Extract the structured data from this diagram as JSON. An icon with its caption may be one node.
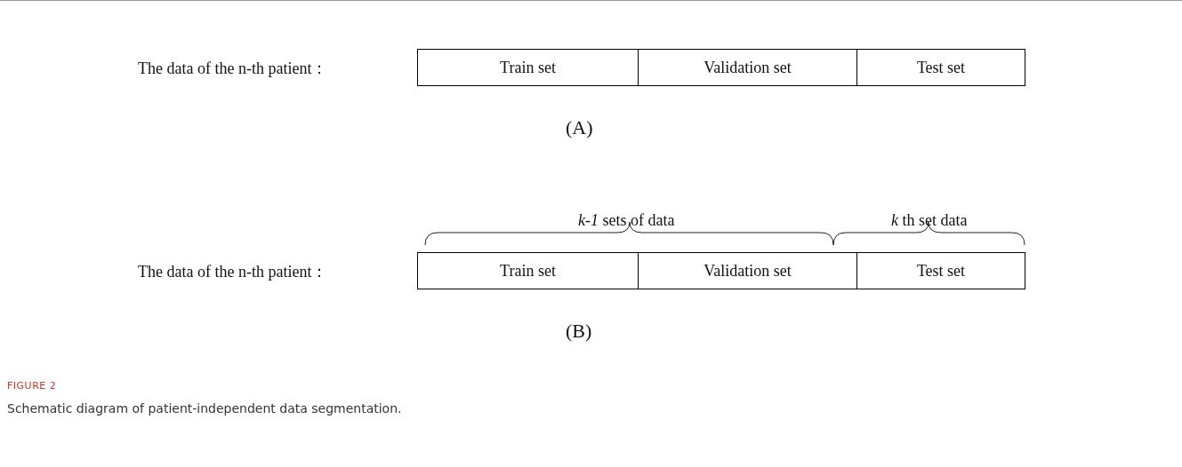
{
  "diagram": {
    "title": "FIGURE 2",
    "caption": "Schematic diagram of patient-independent data segmentation.",
    "nodes": [
      {
        "text": [
          "Train set"
        ]
      },
      {
        "text": [
          "Validation set"
        ]
      },
      {
        "text": [
          "Test set"
        ]
      },
      {
        "text": [
          "Train set"
        ]
      },
      {
        "text": [
          "Validation set"
        ]
      },
      {
        "text": [
          "Test set"
        ]
      }
    ],
    "edges": [],
    "labels": [
      "The data of the n-th patient：",
      "(A)",
      "*k-1* sets of data",
      "*k* th set data",
      "The data of the n-th patient：",
      "(B)"
    ]
  }
}
